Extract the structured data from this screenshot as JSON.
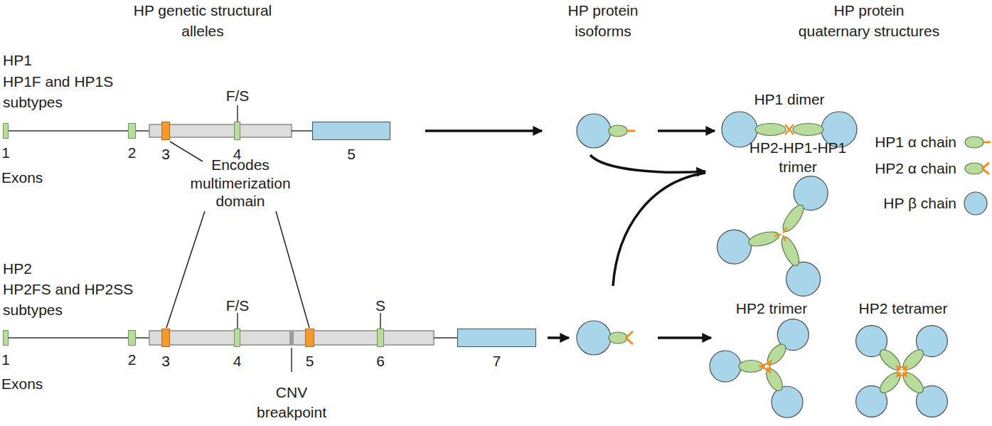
{
  "diagram": {
    "nodes": [
      {
        "text": [
          "1"
        ]
      },
      {
        "text": [
          "2"
        ]
      },
      {
        "text": [
          "3"
        ]
      },
      {
        "text": [
          "4"
        ]
      },
      {
        "text": [
          "5"
        ]
      },
      {
        "text": [
          "HP1 dimer"
        ]
      },
      {
        "text": [
          "HP2-HP1-HP1 trimer"
        ]
      },
      {
        "text": [
          "1"
        ]
      },
      {
        "text": [
          "2"
        ]
      },
      {
        "text": [
          "3"
        ]
      },
      {
        "text": [
          "4"
        ]
      },
      {
        "text": [
          "5"
        ]
      },
      {
        "text": [
          "6"
        ]
      },
      {
        "text": [
          "7"
        ]
      },
      {
        "text": [
          "HP2 trimer"
        ]
      },
      {
        "text": [
          "HP2 tetramer"
        ]
      }
    ],
    "labels": [
      "HP genetic structural alleles",
      "HP protein isoforms",
      "HP protein quaternary structures",
      "HP1",
      "HP1F and HP1S subtypes",
      "F/S",
      "Exons",
      "Encodes multimerization domain",
      "HP2",
      "HP2FS and HP2SS subtypes",
      "F/S",
      "S",
      "Exons",
      "CNV breakpoint"
    ],
    "legend": [
      {
        "text": "HP1 α chain"
      },
      {
        "text": "HP2 α chain"
      },
      {
        "text": "HP β chain",
        "color": "#a9d5ea"
      }
    ]
  }
}
